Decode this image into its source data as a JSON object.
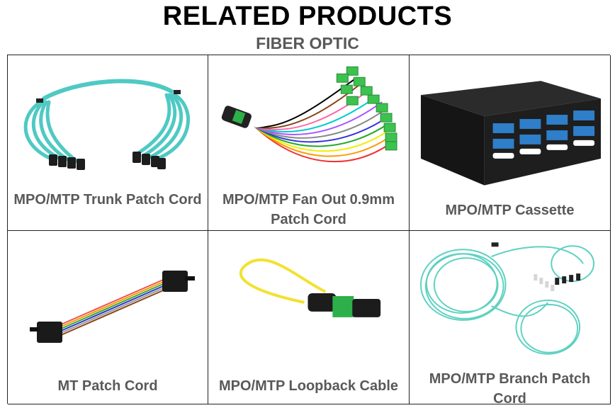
{
  "header": {
    "title": "RELATED PRODUCTS",
    "subtitle": "FIBER OPTIC"
  },
  "products": [
    {
      "label": "MPO/MTP Trunk Patch Cord",
      "image_icon": "mpo-trunk-cable-image"
    },
    {
      "label": "MPO/MTP Fan Out 0.9mm Patch Cord",
      "image_icon": "fan-out-cable-image"
    },
    {
      "label": "MPO/MTP Cassette",
      "image_icon": "cassette-panel-image"
    },
    {
      "label": "MT Patch Cord",
      "image_icon": "mt-patch-cord-image"
    },
    {
      "label": "MPO/MTP Loopback Cable",
      "image_icon": "loopback-cable-image"
    },
    {
      "label": "MPO/MTP Branch Patch Cord",
      "image_icon": "branch-cable-image"
    }
  ],
  "colors": {
    "title": "#000000",
    "subtitle": "#595959",
    "label": "#595959",
    "aqua_cable": "#4fc9c4",
    "connector_green": "#2db04a",
    "loop_yellow": "#f2e230"
  }
}
